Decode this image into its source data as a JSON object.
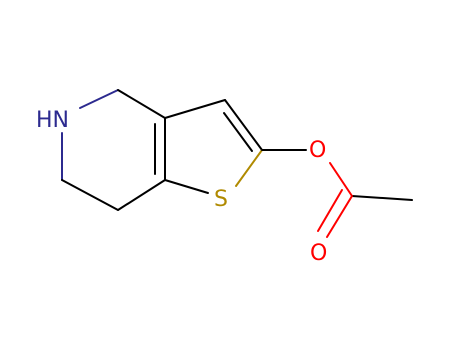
{
  "molecule": {
    "atoms": {
      "nitrogen": "HN",
      "sulfur": "S",
      "ester_oxygen": "O",
      "carbonyl_oxygen": "O"
    },
    "colors": {
      "bond": "#000000",
      "nitrogen": "#2c2a8f",
      "sulfur": "#b08a00",
      "oxygen": "#ff0000"
    }
  }
}
